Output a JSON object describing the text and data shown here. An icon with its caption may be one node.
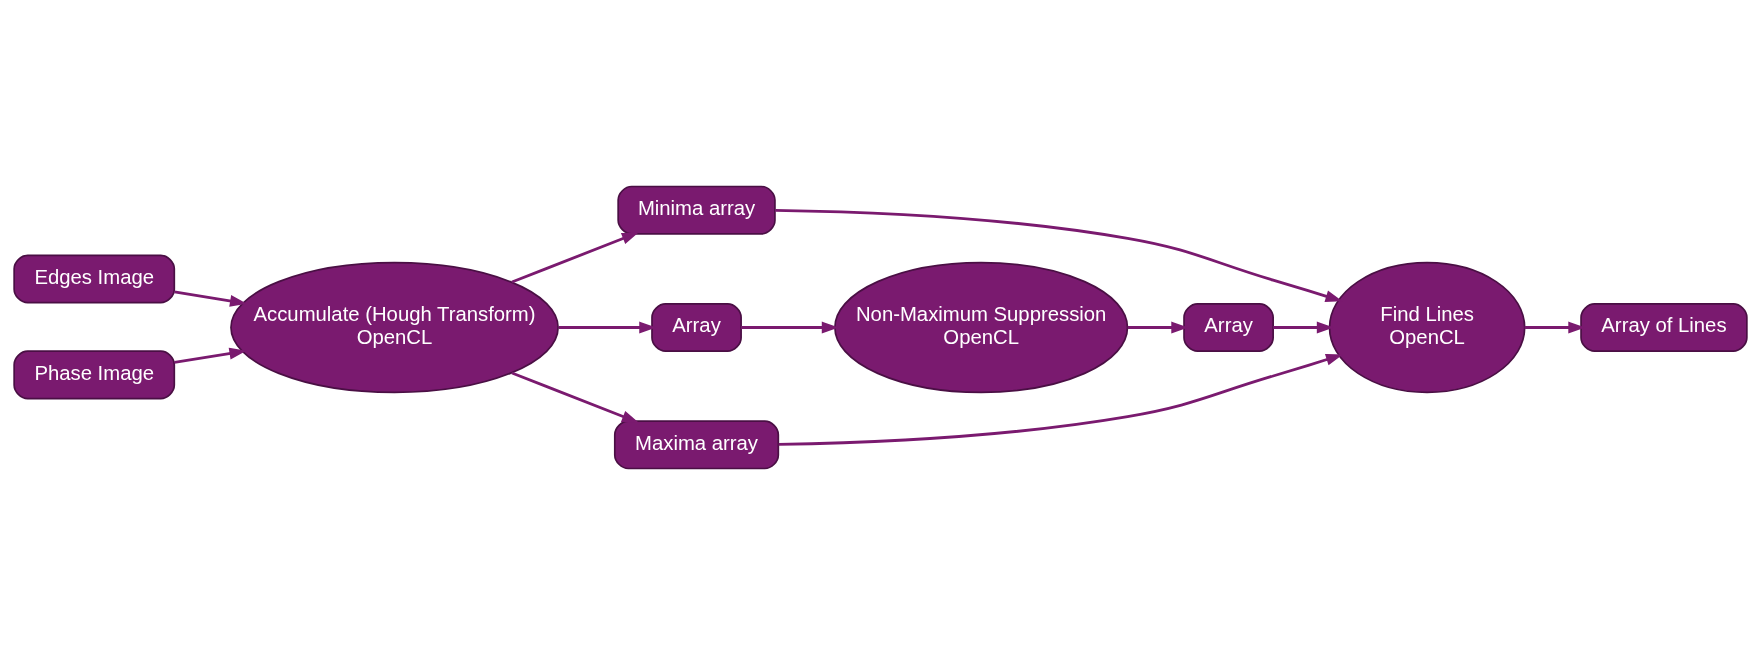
{
  "diagram": {
    "nodes": [
      {
        "text": [
          "Edges Image"
        ]
      },
      {
        "text": [
          "Phase Image"
        ]
      },
      {
        "text": [
          "Accumulate (Hough Transform)",
          "OpenCL"
        ]
      },
      {
        "text": [
          "Minima array"
        ]
      },
      {
        "text": [
          "Array"
        ]
      },
      {
        "text": [
          "Non-Maximum Suppression",
          "OpenCL"
        ]
      },
      {
        "text": [
          "Maxima array"
        ]
      },
      {
        "text": [
          "Array"
        ]
      },
      {
        "text": [
          "Find Lines",
          "OpenCL"
        ]
      },
      {
        "text": [
          "Array of Lines"
        ]
      }
    ],
    "edges": [
      {
        "from": 0,
        "to": 2,
        "arrow": "to"
      },
      {
        "from": 1,
        "to": 2,
        "arrow": "to"
      },
      {
        "from": 2,
        "to": 3,
        "arrow": "to"
      },
      {
        "from": 2,
        "to": 4,
        "arrow": "to"
      },
      {
        "from": 2,
        "to": 6,
        "arrow": "to"
      },
      {
        "from": 4,
        "to": 5,
        "arrow": "to"
      },
      {
        "from": 5,
        "to": 7,
        "arrow": "to"
      },
      {
        "from": 3,
        "to": 8,
        "arrow": "to"
      },
      {
        "from": 7,
        "to": 8,
        "arrow": "to"
      },
      {
        "from": 6,
        "to": 8,
        "arrow": "to"
      },
      {
        "from": 8,
        "to": 9,
        "arrow": "to"
      }
    ]
  }
}
